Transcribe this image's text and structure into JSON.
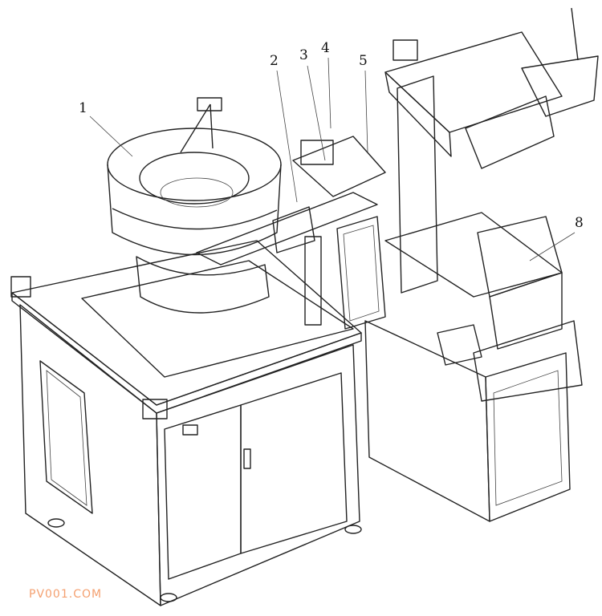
{
  "labels": {
    "l1": "1",
    "l2": "2",
    "l3": "3",
    "l4": "4",
    "l5": "5",
    "l8": "8"
  },
  "watermark": "PV001.COM",
  "colors": {
    "line": "#222222",
    "watermark": "#f4a070"
  }
}
